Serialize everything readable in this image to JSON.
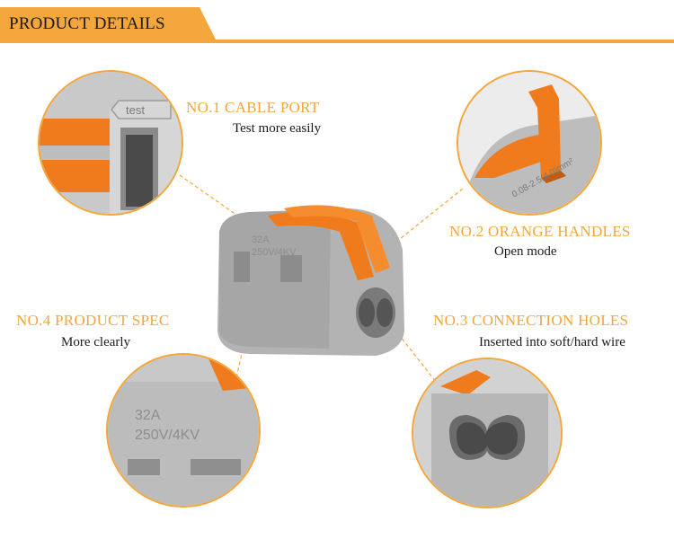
{
  "header": {
    "title": "PRODUCT DETAILS"
  },
  "features": [
    {
      "title": "NO.1 CABLE PORT",
      "subtitle": "Test more easily"
    },
    {
      "title": "NO.2 ORANGE HANDLES",
      "subtitle": "Open mode"
    },
    {
      "title": "NO.3 CONNECTION HOLES",
      "subtitle": "Inserted into soft/hard wire"
    },
    {
      "title": "NO.4 PRODUCT SPEC",
      "subtitle": "More clearly"
    }
  ],
  "product_markings": {
    "test_label": "test",
    "rating_current": "32A",
    "rating_voltage": "250V/4KV",
    "wire_range": "0.08-2.5(4.0)mm²"
  },
  "colors": {
    "accent": "#f3a63b",
    "handle_orange": "#f07b1c",
    "housing_gray": "#a8a8a8"
  }
}
